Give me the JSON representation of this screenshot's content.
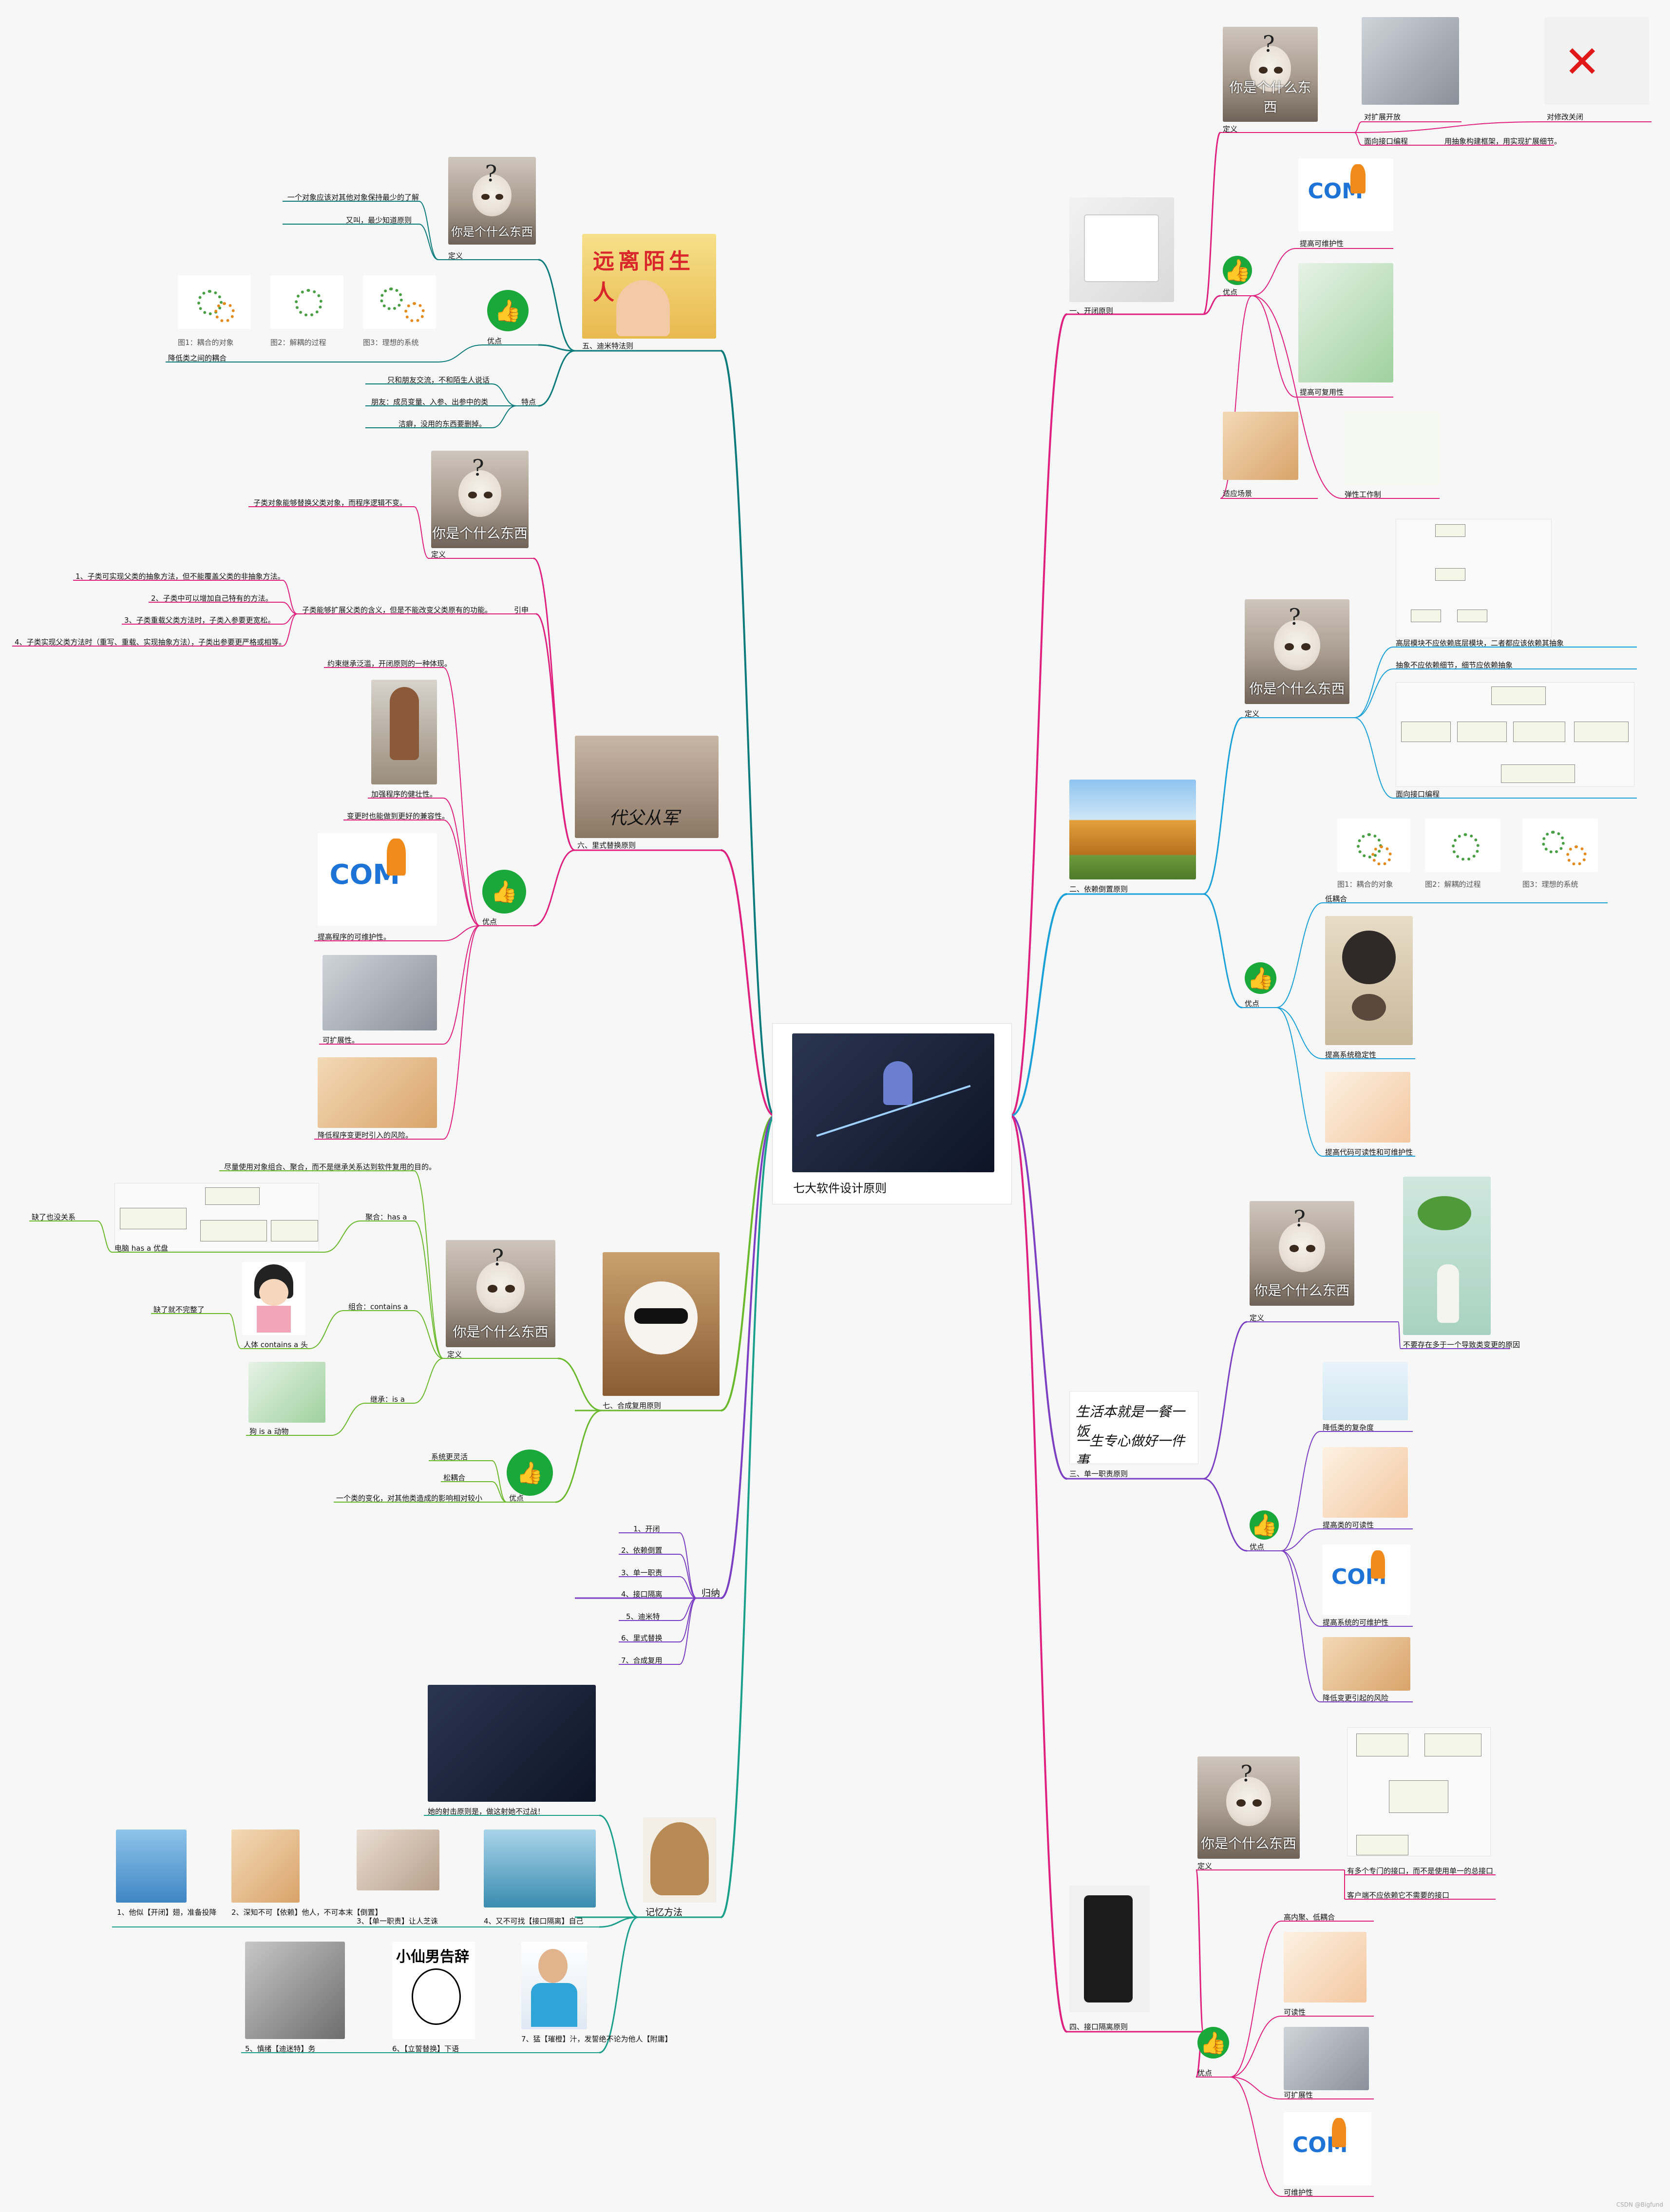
{
  "center": {
    "title": "七大软件设计原则"
  },
  "colors": {
    "open": "#e0207f",
    "dip": "#1aa0d8",
    "srp": "#7b3fc4",
    "isp": "#e0207f",
    "lod": "#0a7a7a",
    "lsp": "#e0207f",
    "carp": "#6ab82c",
    "summary": "#7b3fc4",
    "memory": "#1aa08a"
  },
  "branches": {
    "open": {
      "title": "一、开闭原则",
      "def": "定义",
      "def_items": [
        "对扩展开放",
        "对修改关闭",
        "面向接口编程",
        "用抽象构建框架，用实现扩展细节。"
      ],
      "adv": "优点",
      "adv_items": [
        "提高可维护性",
        "提高可复用性",
        "适应场景",
        "弹性工作制"
      ]
    },
    "dip": {
      "title": "二、依赖倒置原则",
      "def": "定义",
      "def_items": [
        "高层模块不应依赖底层模块，二者都应该依赖其抽象",
        "抽象不应依赖细节，细节应依赖抽象",
        "面向接口编程"
      ],
      "adv": "优点",
      "adv_items": [
        "低耦合",
        "提高系统稳定性",
        "提高代码可读性和可维护性"
      ],
      "fig_captions": [
        "图1：耦合的对象",
        "图2：解耦的过程",
        "图3：理想的系统"
      ]
    },
    "srp": {
      "title": "三、单一职责原则",
      "def": "定义",
      "def_items": [
        "不要存在多于一个导致类变更的原因"
      ],
      "adv": "优点",
      "adv_items": [
        "降低类的复杂度",
        "提高类的可读性",
        "提高系统的可维护性",
        "降低变更引起的风险"
      ],
      "calligraphy": [
        "生活本就是一餐一饭",
        "一生专心做好一件事"
      ]
    },
    "isp": {
      "title": "四、接口隔离原则",
      "def": "定义",
      "def_items": [
        "有多个专门的接口，而不是使用单一的总接口",
        "客户端不应依赖它不需要的接口"
      ],
      "adv": "优点",
      "adv_items": [
        "高内聚、低耦合",
        "可读性",
        "可扩展性",
        "可维护性"
      ]
    },
    "lod": {
      "title": "五、迪米特法则",
      "def": "定义",
      "def_items": [
        "一个对象应该对其他对象保持最少的了解",
        "又叫，最少知道原则"
      ],
      "adv": "优点",
      "adv_items": [
        "降低类之间的耦合"
      ],
      "fig_captions": [
        "图1：耦合的对象",
        "图2：解耦的过程",
        "图3：理想的系统"
      ],
      "feat": "特点",
      "feat_items": [
        "只和朋友交流，不和陌生人说话",
        "朋友：成员变量、入参、出参中的类",
        "洁癖，没用的东西要删掉。"
      ],
      "poster": "远离陌生人"
    },
    "lsp": {
      "title": "六、里式替换原则",
      "def": "定义",
      "def_items": [
        "子类对象能够替换父类对象，而程序逻辑不变。"
      ],
      "ext": "引申",
      "ext_main": "子类能够扩展父类的含义，但是不能改变父类原有的功能。",
      "ext_items": [
        "1、子类可实现父类的抽象方法，但不能覆盖父类的非抽象方法。",
        "2、子类中可以增加自己特有的方法。",
        "3、子类重载父类方法时，子类入参要更宽松。",
        "4、子类实现父类方法时（重写、重载、实现抽象方法），子类出参要更严格或相等。"
      ],
      "adv": "优点",
      "adv_items": [
        "约束继承泛滥，开闭原则的一种体现。",
        "加强程序的健壮性。",
        "变更时也能做到更好的兼容性。",
        "提高程序的可维护性。",
        "可扩展性。",
        "降低程序变更时引入的风险。"
      ],
      "poster": "代父从军"
    },
    "carp": {
      "title": "七、合成复用原则",
      "def": "定义",
      "def_main": "尽量使用对象组合、聚合，而不是继承关系达到软件复用的目的。",
      "def_items": [
        "聚合：has a",
        "组合：contains a",
        "继承：is a"
      ],
      "def_notes": [
        "缺了也没关系",
        "电脑 has a 优盘",
        "缺了就不完整了",
        "人体 contains a 头",
        "狗 is a 动物"
      ],
      "adv": "优点",
      "adv_items": [
        "系统更灵活",
        "松耦合",
        "一个类的变化，对其他类造成的影响相对较小"
      ]
    },
    "summary": {
      "title": "归纳",
      "items": [
        "1、开闭",
        "2、依赖倒置",
        "3、单一职责",
        "4、接口隔离",
        "5、迪米特",
        "6、里式替换",
        "7、合成复用"
      ]
    },
    "memory": {
      "title": "记忆方法",
      "intro": "她的射击原则是，做这射她不过战！",
      "items": [
        "1、他似【开闭】翅，准备投降",
        "2、深知不可【依赖】他人，不可本末【倒置】",
        "3、【单一职责】让人芝诛",
        "4、又不可找【接口隔离】自己",
        "5、慎绪【迪迷特】务",
        "6、【立誓替换】下语",
        "7、猛【璀橙】汁，发誓绝不论为他人【附庸】"
      ],
      "sticker": "小仙男告辞"
    }
  },
  "ui": {
    "cat_caption": "你是个什么东西",
    "watermark": "CSDN @Bigfund"
  }
}
